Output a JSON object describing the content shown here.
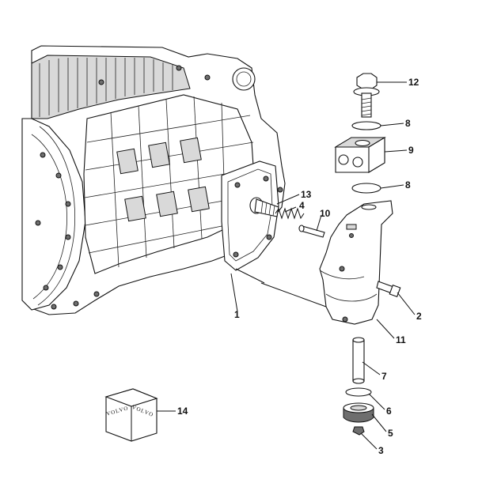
{
  "diagram": {
    "callouts": [
      {
        "id": "12",
        "text": "12"
      },
      {
        "id": "8a",
        "text": "8"
      },
      {
        "id": "9",
        "text": "9"
      },
      {
        "id": "8b",
        "text": "8"
      },
      {
        "id": "13",
        "text": "13"
      },
      {
        "id": "4",
        "text": "4"
      },
      {
        "id": "10",
        "text": "10"
      },
      {
        "id": "2",
        "text": "2"
      },
      {
        "id": "1",
        "text": "1"
      },
      {
        "id": "11",
        "text": "11"
      },
      {
        "id": "7",
        "text": "7"
      },
      {
        "id": "6",
        "text": "6"
      },
      {
        "id": "14",
        "text": "14"
      },
      {
        "id": "5",
        "text": "5"
      },
      {
        "id": "3",
        "text": "3"
      }
    ],
    "box_label_left": "VOLVO",
    "box_label_right": "VOLVO"
  }
}
